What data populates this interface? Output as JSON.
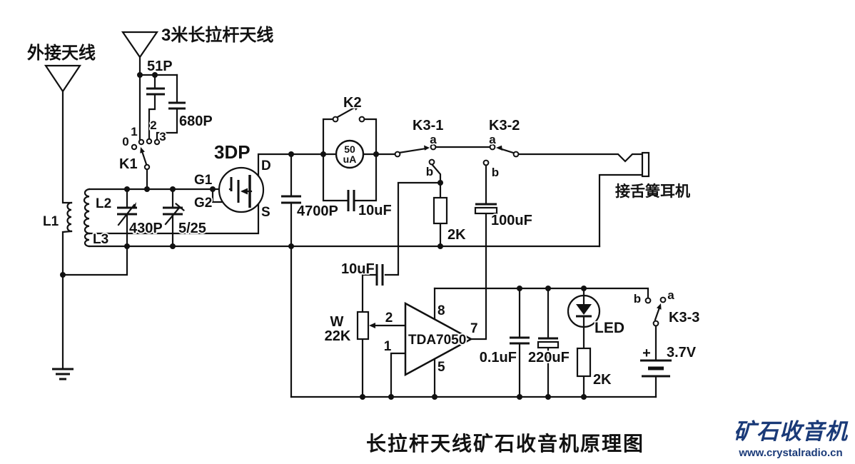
{
  "title": "长拉杆天线矿石收音机原理图",
  "watermark": {
    "logo": "矿石收音机",
    "url": "www.crystalradio.cn",
    "color": "#1a3a78"
  },
  "labels": {
    "ext_antenna": "外接天线",
    "rod_antenna": "3米长拉杆天线",
    "earphone": "接舌簧耳机",
    "c51p": "51P",
    "c680p": "680P",
    "k1": "K1",
    "k1_0": "0",
    "k1_1": "1",
    "k1_2": "2",
    "k1_3": "3",
    "l1": "L1",
    "l2": "L2",
    "l3": "L3",
    "c430p": "430P",
    "c525": "5/25",
    "q": "3DP",
    "g1": "G1",
    "g2": "G2",
    "d": "D",
    "s": "S",
    "c4700p": "4700P",
    "k2": "K2",
    "meter_50": "50",
    "meter_ua": "uA",
    "c10uf_meter": "10uF",
    "k31": "K3-1",
    "k32": "K3-2",
    "k33": "K3-3",
    "a": "a",
    "b": "b",
    "r2k_det": "2K",
    "c100uf": "100uF",
    "c10uf_in": "10uF",
    "w": "W",
    "r22k": "22K",
    "ic": "TDA7050",
    "p1": "1",
    "p2": "2",
    "p5": "5",
    "p7": "7",
    "p8": "8",
    "c01uf": "0.1uF",
    "c220uf": "220uF",
    "led": "LED",
    "r2k_led": "2K",
    "plus": "+",
    "battery": "3.7V"
  }
}
